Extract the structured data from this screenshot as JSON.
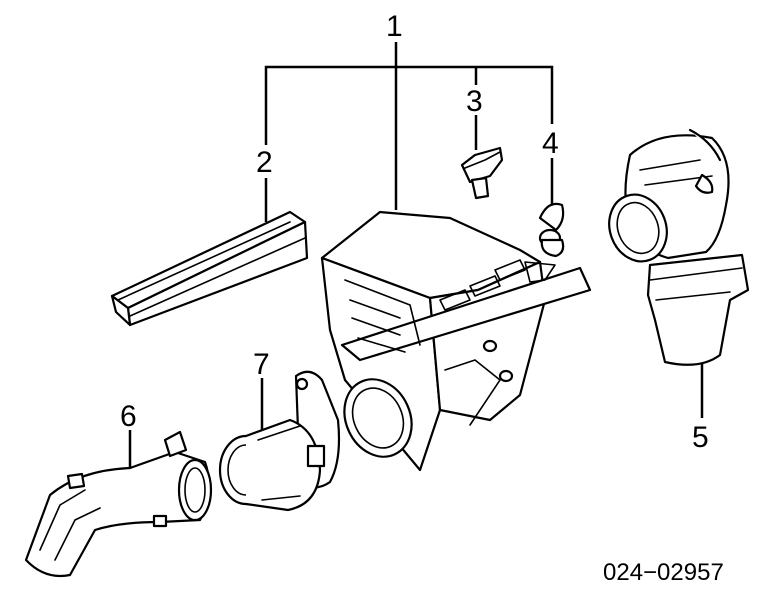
{
  "callouts": {
    "c1": "1",
    "c2": "2",
    "c3": "3",
    "c4": "4",
    "c5": "5",
    "c6": "6",
    "c7": "7"
  },
  "diagram_number": "024−02957"
}
